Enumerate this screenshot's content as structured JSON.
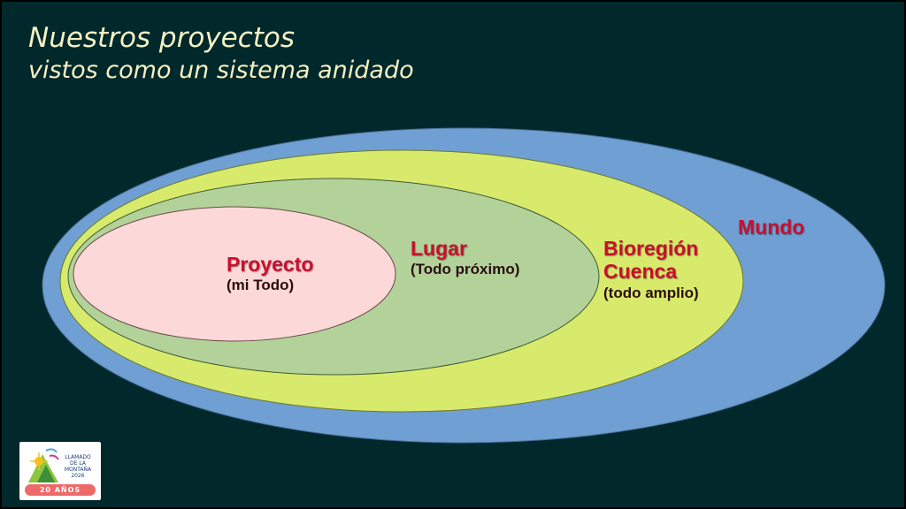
{
  "title": {
    "line1": "Nuestros proyectos",
    "line2": "vistos como un sistema anidado"
  },
  "levels": [
    {
      "label": "Mundo",
      "subtitle": "",
      "color": "#6f9fd3"
    },
    {
      "label": "Bioregión\nCuenca",
      "subtitle": "(todo amplio)",
      "color": "#d8ea6c"
    },
    {
      "label": "Lugar",
      "subtitle": "(Todo próximo)",
      "color": "#b2d29a"
    },
    {
      "label": "Proyecto",
      "subtitle": "(mi Todo)",
      "color": "#fcd8d8"
    }
  ],
  "logo": {
    "text": "LLAMADO\nDE LA\nMONTAÑA\n2026",
    "badge": "20 AÑOS"
  }
}
